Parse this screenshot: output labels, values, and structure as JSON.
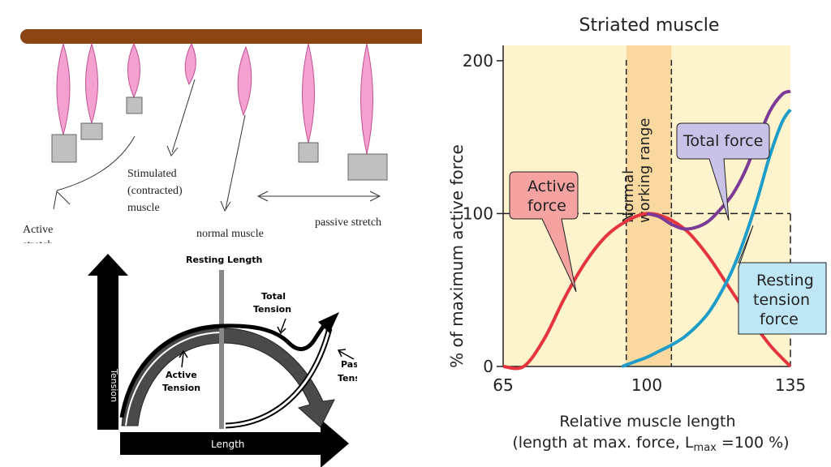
{
  "left_diagram": {
    "labels": {
      "active_stretch_line1": "Active",
      "active_stretch_line2": "stretch",
      "stimulated_line1": "Stimulated",
      "stimulated_line2": "(contracted)",
      "stimulated_line3": "muscle",
      "normal_muscle": "normal muscle",
      "passive_stretch": "passive stretch"
    },
    "colors": {
      "bar": "#8B4513",
      "muscle": "#F4A0D0",
      "weight": "#C0C0C0"
    }
  },
  "tension_diagram": {
    "labels": {
      "resting_length": "Resting Length",
      "total_line1": "Total",
      "total_line2": "Tension",
      "active_line1": "Active",
      "active_line2": "Tension",
      "passive_line1": "Passive",
      "passive_line2": "Tension",
      "y_axis": "Tension",
      "x_axis": "Length"
    }
  },
  "chart": {
    "title": "Striated muscle",
    "ylabel": "% of maximum active force",
    "xlabel_line1": "Relative muscle length",
    "xlabel_line2_pre": "(length at max. force, L",
    "xlabel_sub": "max",
    "xlabel_line2_post": " =100 %)",
    "band_line1": "Normal",
    "band_line2": "working range",
    "callout_active_line1": "Active",
    "callout_active_line2": "force",
    "callout_total": "Total force",
    "callout_resting_line1": "Resting",
    "callout_resting_line2": "tension",
    "callout_resting_line3": "force",
    "colors": {
      "background": "#FDF3CC",
      "band": "#F9D9A0",
      "active": "#E5343E",
      "total": "#7B3A96",
      "resting": "#1E9DC8",
      "active_box": "#F5A3A0",
      "total_box": "#C9C2E8",
      "resting_box": "#BFE6F5"
    }
  },
  "chart_data": {
    "type": "line",
    "title": "Striated muscle",
    "xlabel": "Relative muscle length",
    "ylabel": "% of maximum active force",
    "xlim": [
      65,
      135
    ],
    "ylim": [
      0,
      210
    ],
    "x_ticks": [
      "65",
      "100",
      "135"
    ],
    "y_ticks": [
      "0",
      "100",
      "200"
    ],
    "series": [
      {
        "name": "Active force",
        "x": [
          65,
          70,
          75,
          80,
          85,
          90,
          95,
          100,
          105,
          110,
          115,
          120,
          125,
          130,
          135
        ],
        "y": [
          0,
          0,
          18,
          45,
          68,
          85,
          95,
          100,
          97,
          88,
          72,
          52,
          32,
          14,
          0
        ]
      },
      {
        "name": "Total force",
        "x": [
          100,
          103,
          106,
          109,
          112,
          115,
          118,
          121,
          124,
          127,
          130,
          133,
          135
        ],
        "y": [
          100,
          98,
          93,
          90,
          91,
          95,
          103,
          113,
          128,
          148,
          167,
          178,
          180
        ]
      },
      {
        "name": "Resting tension force",
        "x": [
          94,
          97,
          100,
          103,
          106,
          109,
          112,
          115,
          118,
          121,
          124,
          127,
          130,
          133,
          135
        ],
        "y": [
          0,
          3,
          6,
          10,
          14,
          19,
          26,
          35,
          48,
          64,
          85,
          110,
          138,
          160,
          168
        ]
      }
    ],
    "working_range": [
      95,
      106
    ]
  }
}
